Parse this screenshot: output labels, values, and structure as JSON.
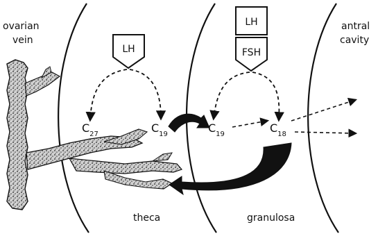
{
  "labels": {
    "ovarian_vein_line1": "ovarian",
    "ovarian_vein_line2": "vein",
    "antral_line1": "antral",
    "antral_line2": "cavity",
    "theca": "theca",
    "granulosa": "granulosa"
  },
  "hormones": {
    "lh_theca": "LH",
    "lh_granulosa": "LH",
    "fsh_granulosa": "FSH"
  },
  "steroids": {
    "c27": {
      "letter": "C",
      "sub": "27"
    },
    "c19_theca": {
      "letter": "C",
      "sub": "19"
    },
    "c19_granulosa": {
      "letter": "C",
      "sub": "19"
    },
    "c18": {
      "letter": "C",
      "sub": "18"
    }
  },
  "colors": {
    "ink": "#111111",
    "background": "#ffffff",
    "vein_fill": "#bdbdbd"
  }
}
